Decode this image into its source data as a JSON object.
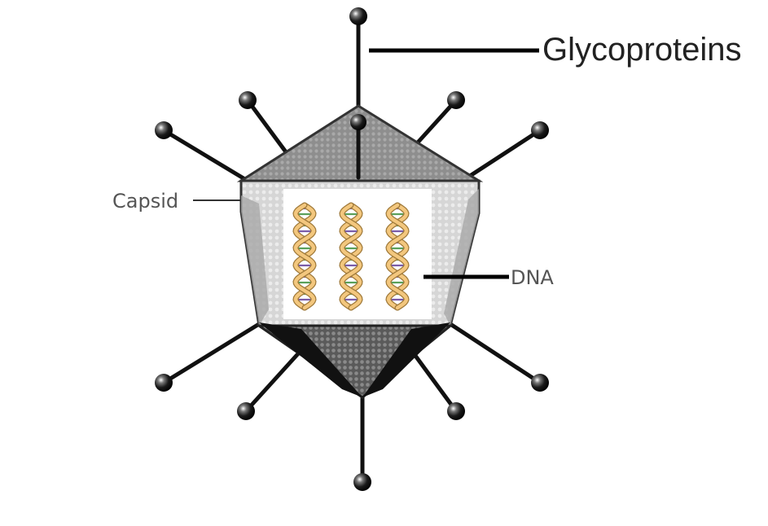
{
  "labels": {
    "glycoproteins": "Glycoproteins",
    "capsid": "Capsid",
    "dna": "DNA"
  },
  "colors": {
    "spike": "#111111",
    "capsid_top": "#9a9a9a",
    "capsid_body": "#d4d4d4",
    "capsid_bottom": "#6e6e6e",
    "dna_backbone": "#f3c77e",
    "dna_backbone_outline": "#a07a3a",
    "dna_rung_a": "#7a5ca8",
    "dna_rung_b": "#5aa05a",
    "panel": "#ffffff"
  },
  "icons": {
    "spike_head": "sphere-icon",
    "helix": "dna-helix-icon"
  }
}
